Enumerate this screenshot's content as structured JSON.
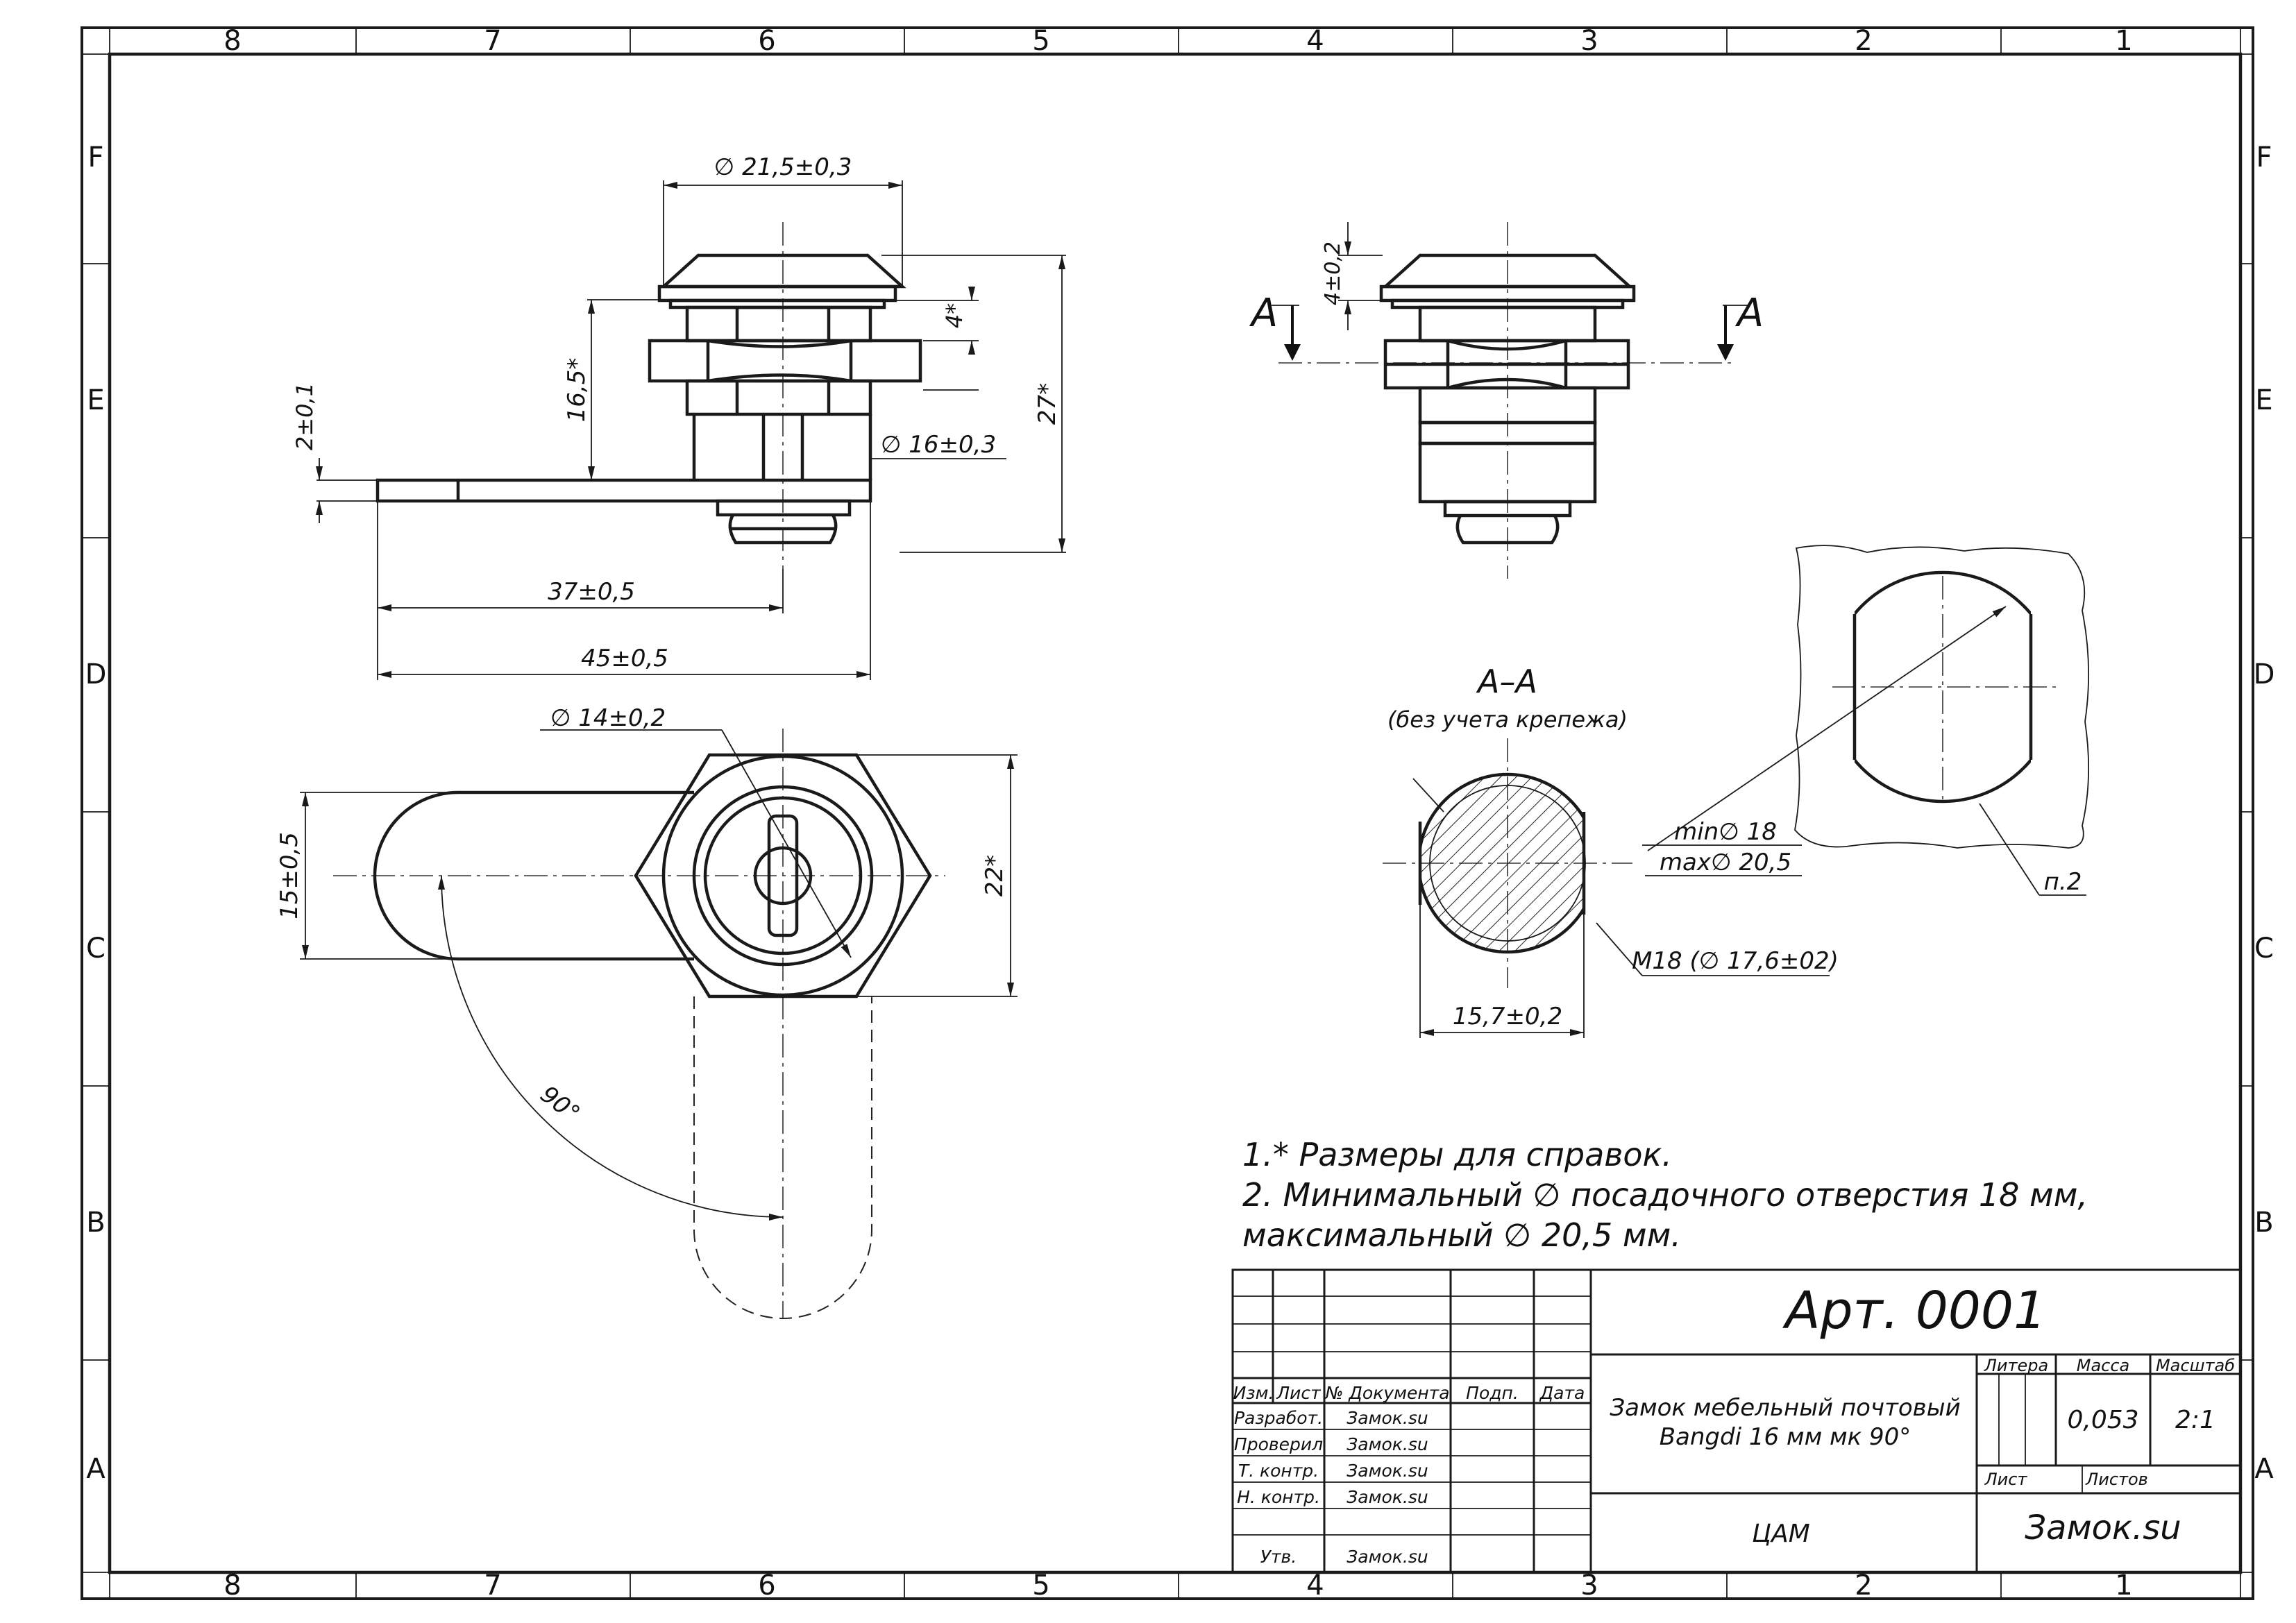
{
  "frame": {
    "columns": [
      "8",
      "7",
      "6",
      "5",
      "4",
      "3",
      "2",
      "1"
    ],
    "rows": [
      "F",
      "E",
      "D",
      "C",
      "B",
      "A"
    ]
  },
  "dimensions": {
    "d_head": "∅ 21,5±0,3",
    "head_height": "4*",
    "depth": "16,5*",
    "total_height": "27*",
    "cam_thickness": "2±0,1",
    "d_body": "∅ 16±0,3",
    "cam_center": "37±0,5",
    "cam_length": "45±0,5",
    "key_d": "∅ 14±0,2",
    "cam_width": "15±0,5",
    "across_flats": "22*",
    "angle": "90°",
    "side_head": "4±0,2",
    "flat_width": "15,7±0,2",
    "thread": "M18 (∅ 17,6±02)",
    "hole_min": "min∅ 18",
    "hole_max": "max∅ 20,5",
    "note_ref": "п.2"
  },
  "section": {
    "cut_letter": "А",
    "title": "А–А",
    "subtitle": "(без учета крепежа)"
  },
  "notes": [
    "1.* Размеры для справок.",
    "2. Минимальный ∅ посадочного отверстия 18 мм,",
    "максимальный ∅  20,5 мм."
  ],
  "title_block": {
    "designation": "Арт. 0001",
    "name_line1": "Замок мебельный почтовый",
    "name_line2": "Bangdi 16 мм мк 90°",
    "org_left": "ЦАМ",
    "org_right": "Замок.su",
    "headers": {
      "izm": "Изм.",
      "list": "Лист",
      "doc": "№ Документа",
      "sign": "Подп.",
      "date": "Дата",
      "litera": "Литера",
      "mass": "Масса",
      "scale": "Масштаб",
      "sheet": "Лист",
      "sheets": "Листов"
    },
    "roles": [
      {
        "role": "Разработ.",
        "name": "Замок.su"
      },
      {
        "role": "Проверил",
        "name": "Замок.su"
      },
      {
        "role": "Т. контр.",
        "name": "Замок.su"
      },
      {
        "role": "Н. контр.",
        "name": "Замок.su"
      },
      {
        "role": "Утв.",
        "name": "Замок.su"
      }
    ],
    "mass_value": "0,053",
    "scale_value": "2:1"
  }
}
